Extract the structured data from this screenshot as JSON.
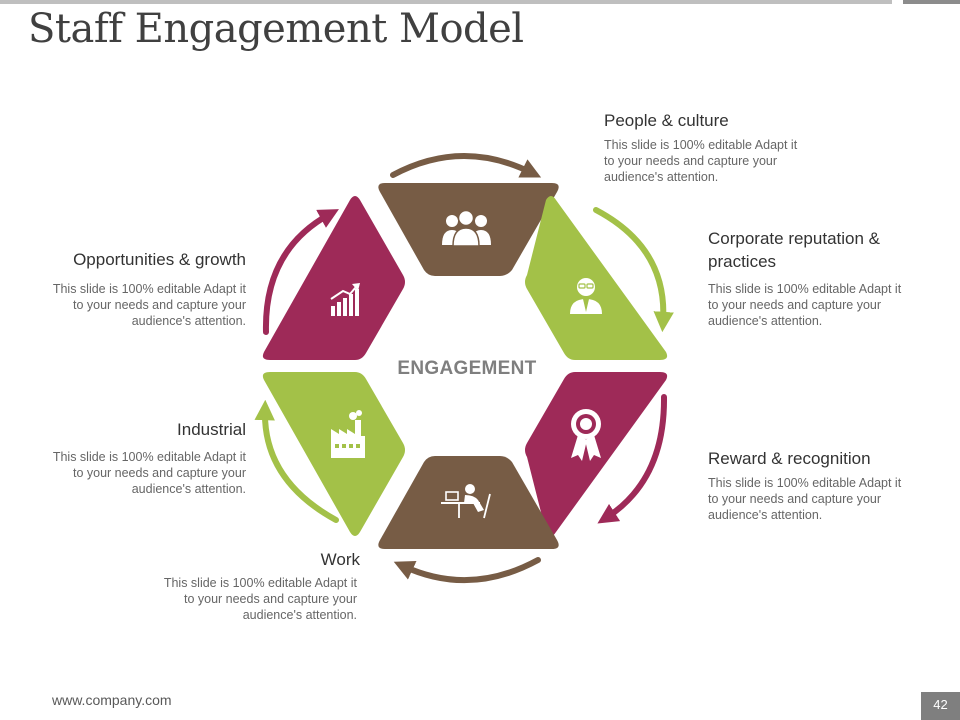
{
  "title": "Staff Engagement Model",
  "center_label": "ENGAGEMENT",
  "colors": {
    "brown": "#775c45",
    "green": "#a3c148",
    "magenta": "#9e2a58"
  },
  "segments": [
    {
      "label": "People & culture",
      "description": "This slide is 100% editable Adapt it to your needs and capture your audience's attention.",
      "icon": "team-icon"
    },
    {
      "label": "Corporate reputation & practices",
      "description": "This slide is 100% editable Adapt it to your needs and capture your audience's attention.",
      "icon": "businessman-icon"
    },
    {
      "label": "Reward & recognition",
      "description": "This slide is 100% editable Adapt it to your needs and capture your audience's attention.",
      "icon": "award-ribbon-icon"
    },
    {
      "label": "Work",
      "description": "This slide is 100% editable Adapt it to your needs and capture your audience's attention.",
      "icon": "desk-worker-icon"
    },
    {
      "label": "Industrial",
      "description": "This slide is 100% editable Adapt it to your needs and capture your audience's attention.",
      "icon": "factory-icon"
    },
    {
      "label": "Opportunities & growth",
      "description": "This slide is 100% editable Adapt it to your needs and capture your audience's attention.",
      "icon": "growth-chart-icon"
    }
  ],
  "footer": {
    "url": "www.company.com",
    "page_number": "42"
  }
}
